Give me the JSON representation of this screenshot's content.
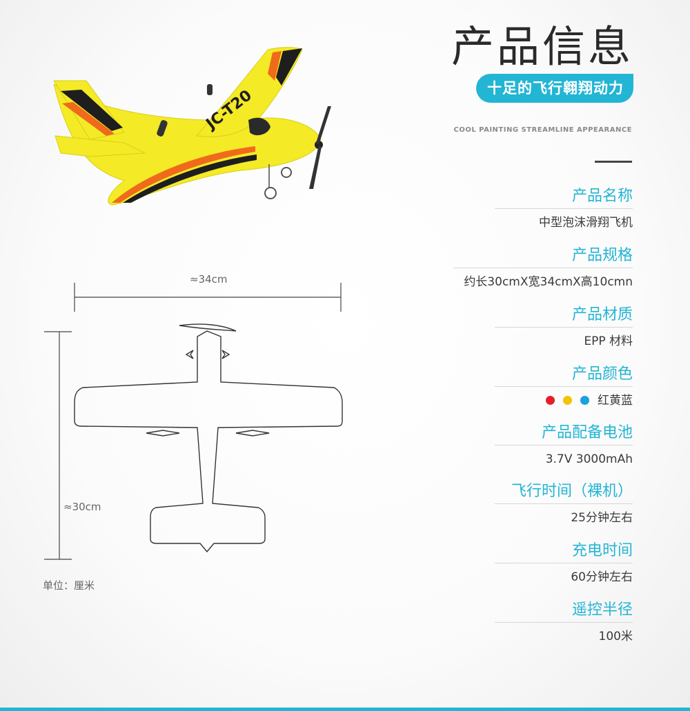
{
  "header": {
    "title": "产品信息",
    "subtitle": "十足的飞行翱翔动力",
    "tagline": "COOL PAINTING STREAMLINE APPEARANCE"
  },
  "product_image": {
    "model_text": "JC-T20",
    "colors": {
      "body": "#f4ea26",
      "stripe_orange": "#f06a1c",
      "stripe_black": "#1e1e1e"
    }
  },
  "dimensions": {
    "width_label": "≈34cm",
    "height_label": "≈30cm",
    "unit_label": "单位：厘米"
  },
  "specs": [
    {
      "label": "产品名称",
      "value": "中型泡沫滑翔飞机"
    },
    {
      "label": "产品规格",
      "value": "约长30cmX宽34cmX高10cmn"
    },
    {
      "label": "产品材质",
      "value": "EPP 材料"
    },
    {
      "label": "产品颜色",
      "value": "红黄蓝"
    },
    {
      "label": "产品配备电池",
      "value": "3.7V 3000mAh"
    },
    {
      "label": "飞行时间（裸机）",
      "value": "25分钟左右"
    },
    {
      "label": "充电时间",
      "value": "60分钟左右"
    },
    {
      "label": "遥控半径",
      "value": "100米"
    }
  ],
  "color_dots": [
    "#e4212b",
    "#f2c500",
    "#1d9fe0"
  ],
  "accent_color": "#23b5d4"
}
